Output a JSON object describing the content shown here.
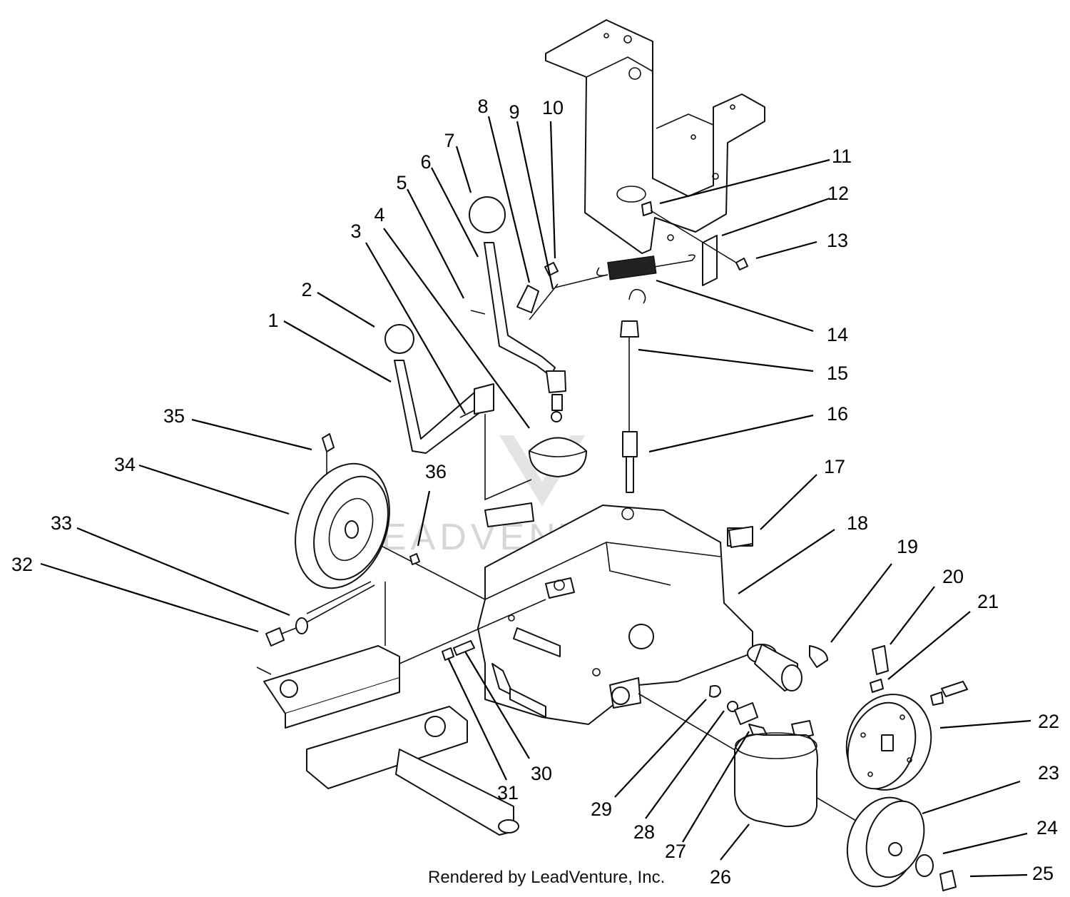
{
  "diagram": {
    "callouts": [
      "1",
      "2",
      "3",
      "4",
      "5",
      "6",
      "7",
      "8",
      "9",
      "10",
      "11",
      "12",
      "13",
      "14",
      "15",
      "16",
      "17",
      "18",
      "19",
      "20",
      "21",
      "22",
      "23",
      "24",
      "25",
      "26",
      "27",
      "28",
      "29",
      "30",
      "31",
      "32",
      "33",
      "34",
      "35",
      "36"
    ],
    "watermark": "LEADVENTURE",
    "credit": "Rendered by LeadVenture, Inc."
  }
}
